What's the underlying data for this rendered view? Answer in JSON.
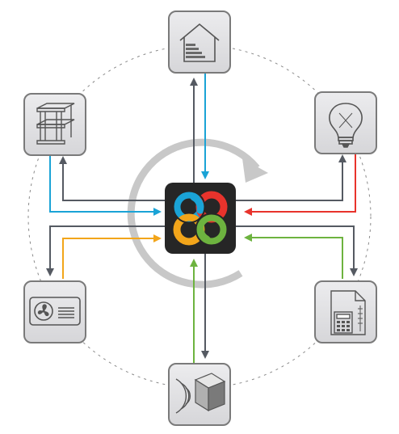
{
  "diagram": {
    "hub": {
      "icon": "bim-interlocking-rings-icon",
      "ring_colors": [
        "#1aa3d6",
        "#e8332c",
        "#f2a51a",
        "#6db33f"
      ]
    },
    "nodes": [
      {
        "key": "energy",
        "icon": "house-energy-rating-icon",
        "link_color": "#1aa3d6",
        "direction": "in"
      },
      {
        "key": "structure",
        "icon": "building-structure-icon",
        "link_color": "#1aa3d6",
        "direction": "in"
      },
      {
        "key": "lighting",
        "icon": "light-bulb-icon",
        "link_color": "#e8332c",
        "direction": "in"
      },
      {
        "key": "hvac",
        "icon": "ventilation-fan-icon",
        "link_color": "#f2a51a",
        "direction": "in"
      },
      {
        "key": "cost",
        "icon": "document-calculator-icon",
        "link_color": "#6db33f",
        "direction": "in"
      },
      {
        "key": "acoustics",
        "icon": "acoustic-cube-icon",
        "link_color": "#6db33f",
        "direction": "in"
      }
    ],
    "outbound_color": "#555a62",
    "cycle_arrow_color": "#c8c8c8",
    "orbit_style": "dashed",
    "node_fill": "#e3e3e5",
    "node_border": "#7a7a7a"
  }
}
